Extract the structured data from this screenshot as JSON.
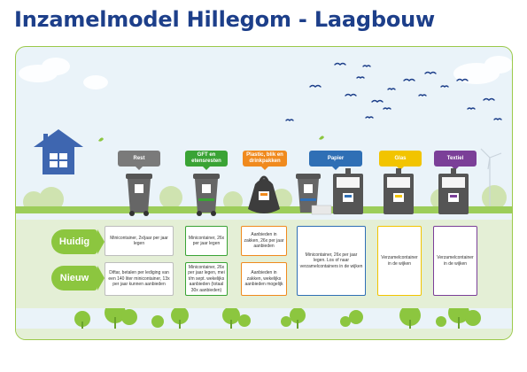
{
  "title": "Inzamelmodel Hillegom - Laagbouw",
  "colors": {
    "title": "#1d3f8a",
    "rest": "#7a7a7a",
    "gft": "#3aa335",
    "plastic": "#f08a1e",
    "papier": "#2f6fb5",
    "glas": "#f2c400",
    "textiel": "#7b3f98",
    "row_label": "#8cc63f"
  },
  "categories": [
    {
      "key": "rest",
      "label": "Rest"
    },
    {
      "key": "gft",
      "label": "GFT en etensresten"
    },
    {
      "key": "plastic",
      "label": "Plastic, blik en drinkpakken"
    },
    {
      "key": "papier",
      "label": "Papier"
    },
    {
      "key": "glas",
      "label": "Glas"
    },
    {
      "key": "textiel",
      "label": "Textiel"
    }
  ],
  "rows": {
    "huidig": {
      "label": "Huidig",
      "rest": "Minicontainer, 2x/jaar per jaar legen",
      "gft": "Minicontainer, 26x per jaar legen",
      "plastic": "Aanbieden in zakken, 26x per jaar aanbieden"
    },
    "nieuw": {
      "label": "Nieuw",
      "rest": "Diftar, betalen per lediging van een 140 liter minicontainer, 13x per jaar kunnen aanbieden",
      "gft": "Minicontainer, 26x per jaar legen, mei t/m sept. wekelijks aanbieden (totaal 30x aanbieden)",
      "plastic": "Aanbieden in zakken, wekelijks aanbieden mogelijk"
    },
    "combined": {
      "papier": "Minicontainer, 26x per jaar legen. Los of naar verzamelcontainers in de wijken",
      "glas": "Verzamelcontainer in de wijken",
      "textiel": "Verzamelcontainer in de wijken"
    }
  }
}
